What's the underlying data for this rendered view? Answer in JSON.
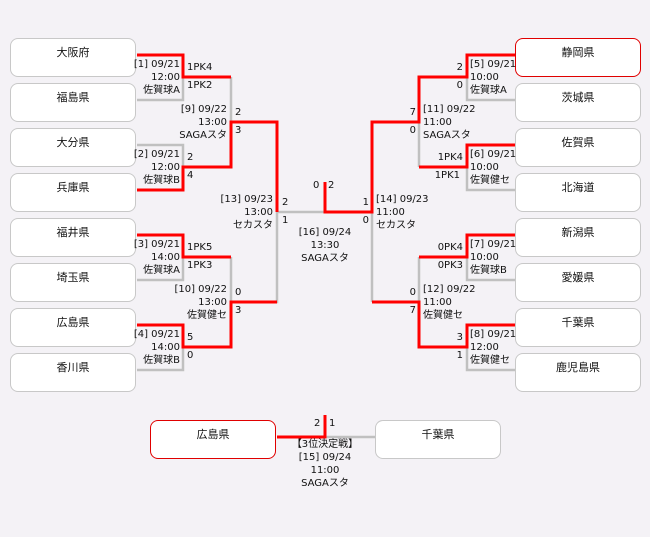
{
  "teams_left": [
    "大阪府",
    "福島県",
    "大分県",
    "兵庫県",
    "福井県",
    "埼玉県",
    "広島県",
    "香川県"
  ],
  "teams_right": [
    "静岡県",
    "茨城県",
    "佐賀県",
    "北海道",
    "新潟県",
    "愛媛県",
    "千葉県",
    "鹿児島県"
  ],
  "matches": {
    "m1": {
      "code": "[1] 09/21",
      "time": "12:00",
      "venue": "佐賀球A",
      "s1": "1PK4",
      "s2": "1PK2"
    },
    "m2": {
      "code": "[2] 09/21",
      "time": "12:00",
      "venue": "佐賀球B",
      "s1": "2",
      "s2": "4"
    },
    "m3": {
      "code": "[3] 09/21",
      "time": "14:00",
      "venue": "佐賀球A",
      "s1": "1PK5",
      "s2": "1PK3"
    },
    "m4": {
      "code": "[4] 09/21",
      "time": "14:00",
      "venue": "佐賀球B",
      "s1": "5",
      "s2": "0"
    },
    "m5": {
      "code": "[5] 09/21",
      "time": "10:00",
      "venue": "佐賀球A",
      "s1": "2",
      "s2": "0"
    },
    "m6": {
      "code": "[6] 09/21",
      "time": "10:00",
      "venue": "佐賀健セ",
      "s1": "1PK4",
      "s2": "1PK1"
    },
    "m7": {
      "code": "[7] 09/21",
      "time": "10:00",
      "venue": "佐賀球B",
      "s1": "0PK4",
      "s2": "0PK3"
    },
    "m8": {
      "code": "[8] 09/21",
      "time": "12:00",
      "venue": "佐賀健セ",
      "s1": "3",
      "s2": "1"
    },
    "m9": {
      "code": "[9] 09/22",
      "time": "13:00",
      "venue": "SAGAスタ",
      "s1": "2",
      "s2": "3"
    },
    "m10": {
      "code": "[10] 09/22",
      "time": "13:00",
      "venue": "佐賀健セ",
      "s1": "0",
      "s2": "3"
    },
    "m11": {
      "code": "[11] 09/22",
      "time": "11:00",
      "venue": "SAGAスタ",
      "s1": "7",
      "s2": "0"
    },
    "m12": {
      "code": "[12] 09/22",
      "time": "11:00",
      "venue": "佐賀健セ",
      "s1": "0",
      "s2": "7"
    },
    "m13": {
      "code": "[13] 09/23",
      "time": "13:00",
      "venue": "セカスタ",
      "s1": "2",
      "s2": "1"
    },
    "m14": {
      "code": "[14] 09/23",
      "time": "11:00",
      "venue": "セカスタ",
      "s1": "1",
      "s2": "0"
    },
    "m16": {
      "code": "[16] 09/24",
      "time": "13:30",
      "venue": "SAGAスタ",
      "s1": "0",
      "s2": "2"
    },
    "m15": {
      "label": "【3位決定戦】",
      "code": "[15] 09/24",
      "time": "11:00",
      "venue": "SAGAスタ",
      "s1": "2",
      "s2": "1",
      "team1": "広島県",
      "team2": "千葉県"
    }
  },
  "colors": {
    "winner_line": "#ff0000",
    "loser_line": "#c0c0c0"
  }
}
